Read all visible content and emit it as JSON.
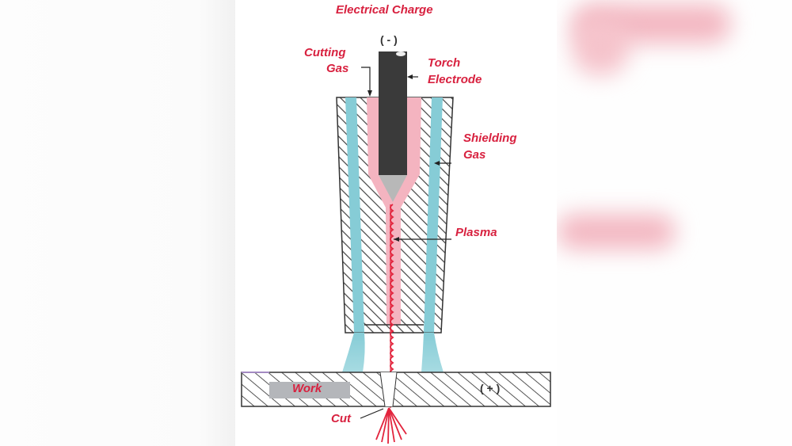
{
  "diagram": {
    "title": "Electrical Charge",
    "labels": {
      "negative": "( - )",
      "cutting_gas": [
        "Cutting",
        "Gas"
      ],
      "torch_electrode": [
        "Torch",
        "Electrode"
      ],
      "shielding_gas": [
        "Shielding",
        "Gas"
      ],
      "plasma": "Plasma",
      "work": "Work",
      "positive": "( + )",
      "cut": "Cut"
    },
    "colors": {
      "label_text": "#d8213f",
      "plasma_pink": "#f4b4c0",
      "shield_gas_cyan": "#86ccd6",
      "electrode_dark": "#3a3a3a",
      "hatch_lines": "#444444",
      "work_box": "#b4b6ba"
    }
  }
}
